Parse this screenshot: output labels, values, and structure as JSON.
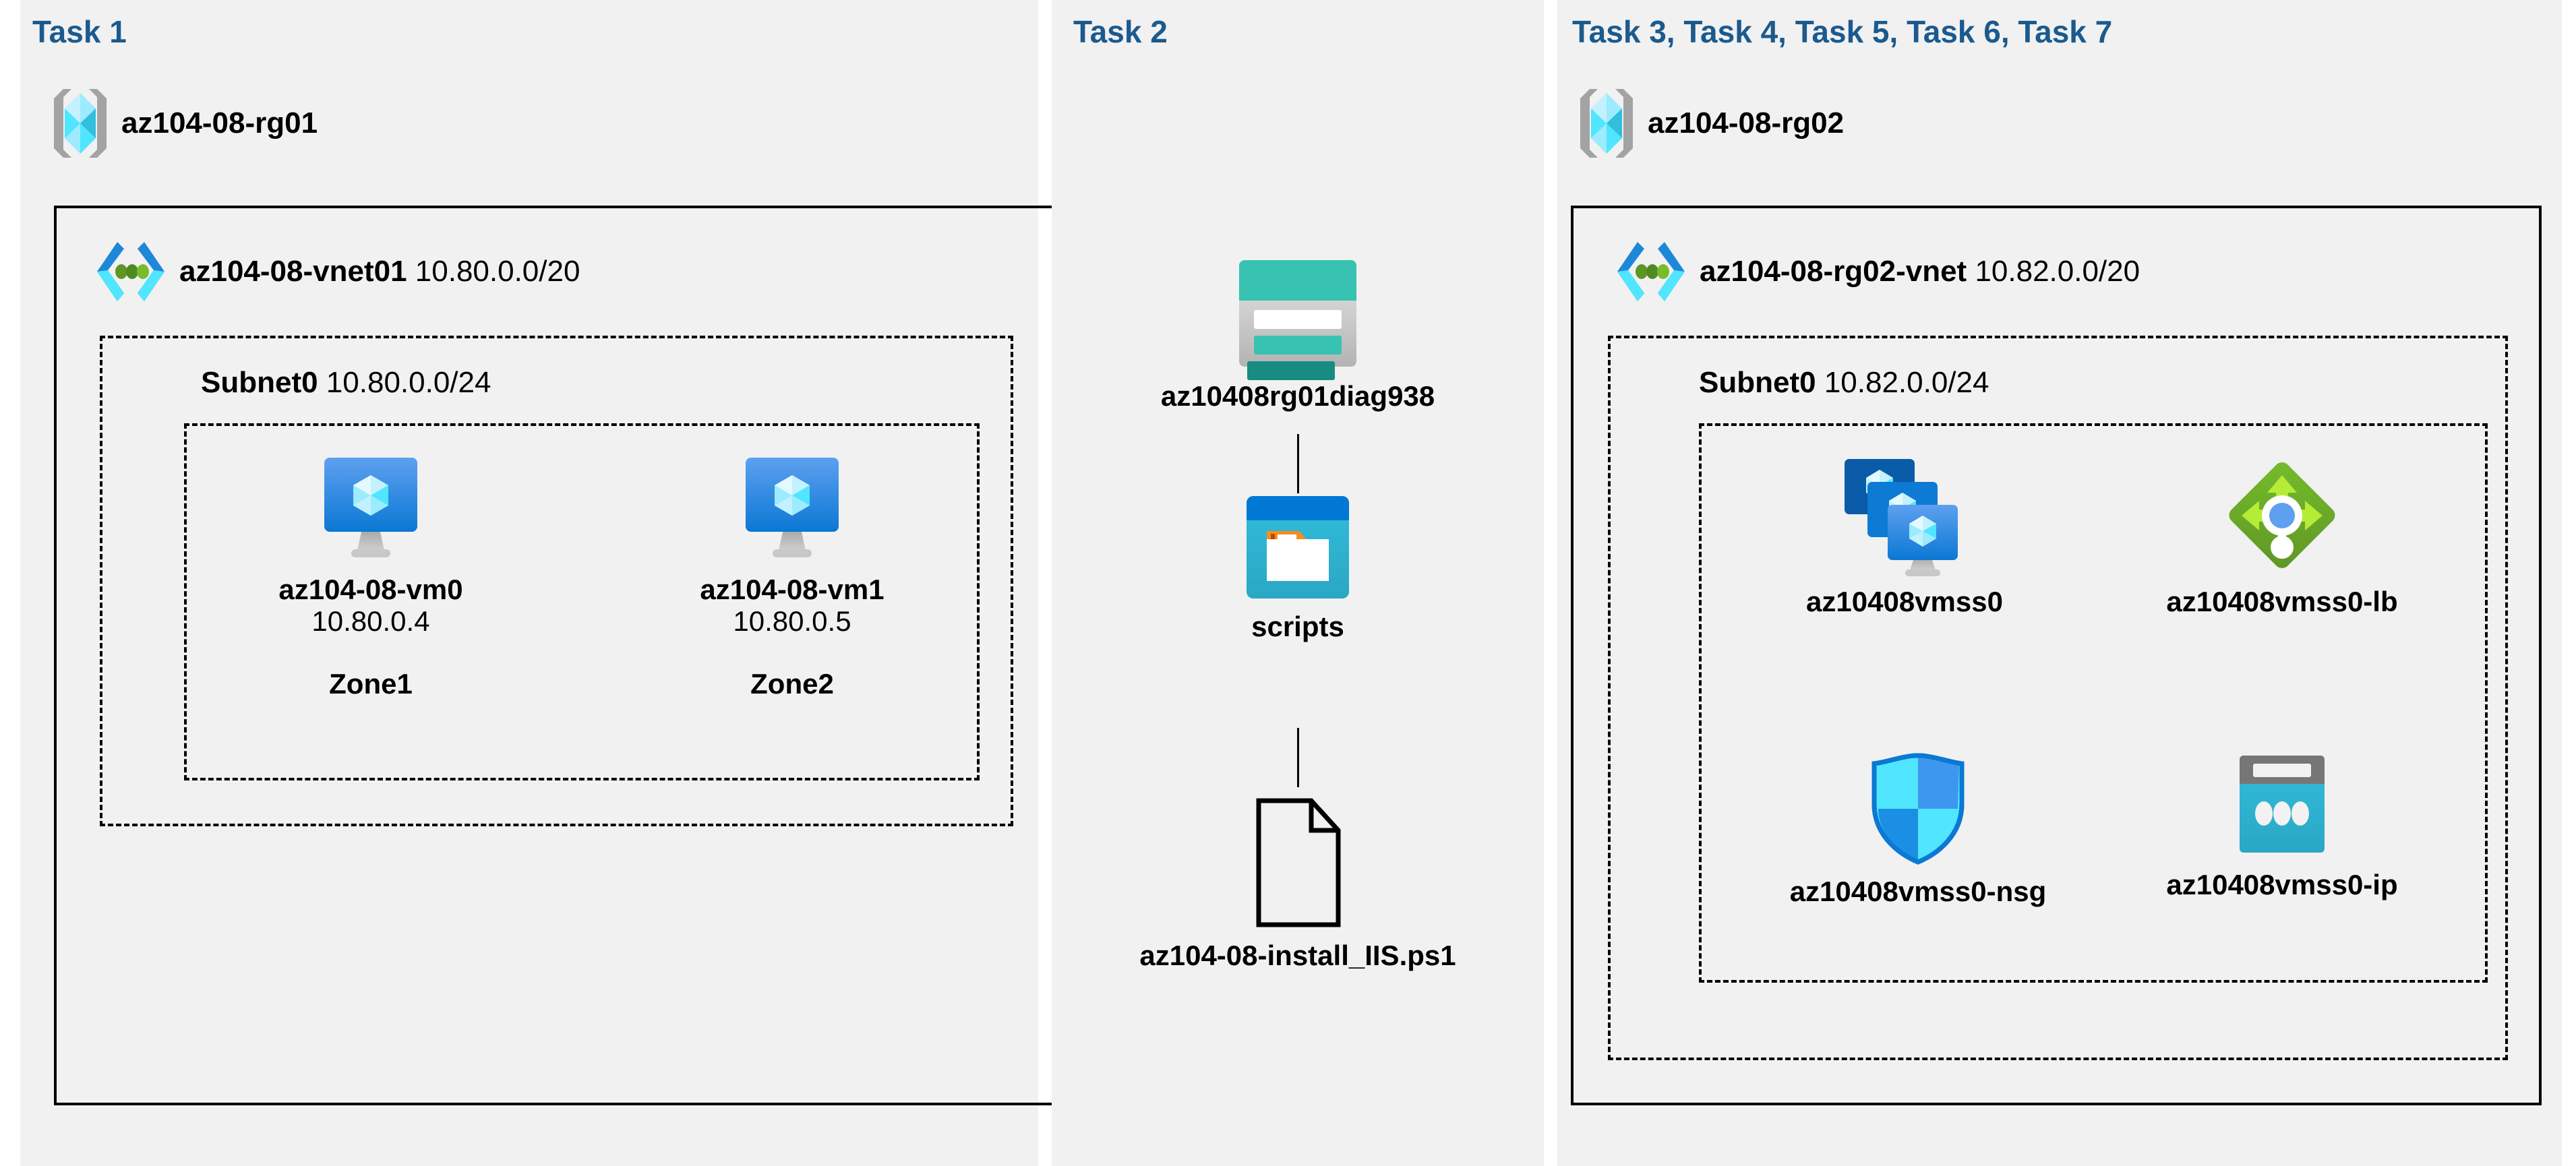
{
  "columns": [
    {
      "task_title": "Task 1"
    },
    {
      "task_title": "Task 2"
    },
    {
      "task_title": "Task 3, Task 4, Task 5, Task 6, Task 7"
    }
  ],
  "colors": {
    "task_title": "#1b5a8e",
    "panel_background": "#f1f1f1",
    "page_background": "#ffffff",
    "border": "#000000",
    "resource_group_cube": "#50e6ff",
    "resource_group_bracket": "#a0a0a0",
    "vnet_chevron_dark": "#1e88d8",
    "vnet_chevron_light": "#50e6ff",
    "vnet_dots": "#5e9624",
    "vm_monitor": "#1b8fe3",
    "storage_account_teal": "#37c2b1",
    "blob_container_blue": "#0078d4",
    "blob_container_cyan": "#32bedd",
    "blob_folder_tab": "#f78d1e",
    "load_balancer_green": "#5e9624",
    "load_balancer_arrow": "#b4ec36",
    "load_balancer_dot": "#5ea0ef",
    "nsg_shield_light": "#50e6ff",
    "nsg_shield_dark": "#1b8fe3",
    "public_ip_gray": "#767676",
    "public_ip_cyan": "#32bedd"
  },
  "task1": {
    "resource_group": {
      "name": "az104-08-rg01",
      "icon": "resource-group-icon"
    },
    "vnet": {
      "name": "az104-08-vnet01",
      "cidr": "10.80.0.0/20",
      "icon": "virtual-network-icon"
    },
    "subnet": {
      "name": "Subnet0",
      "cidr": "10.80.0.0/24"
    },
    "vms": [
      {
        "name": "az104-08-vm0",
        "ip": "10.80.0.4",
        "zone": "Zone1",
        "icon": "virtual-machine-icon"
      },
      {
        "name": "az104-08-vm1",
        "ip": "10.80.0.5",
        "zone": "Zone2",
        "icon": "virtual-machine-icon"
      }
    ]
  },
  "task2": {
    "storage_account": {
      "name": "az10408rg01diag938",
      "icon": "storage-account-icon"
    },
    "container": {
      "name": "scripts",
      "icon": "blob-container-icon"
    },
    "file": {
      "name": "az104-08-install_IIS.ps1",
      "icon": "document-file-icon"
    }
  },
  "task3": {
    "resource_group": {
      "name": "az104-08-rg02",
      "icon": "resource-group-icon"
    },
    "vnet": {
      "name": "az104-08-rg02-vnet",
      "cidr": "10.82.0.0/20",
      "icon": "virtual-network-icon"
    },
    "subnet": {
      "name": "Subnet0",
      "cidr": "10.82.0.0/24"
    },
    "resources": [
      {
        "name": "az10408vmss0",
        "icon": "vm-scale-set-icon"
      },
      {
        "name": "az10408vmss0-lb",
        "icon": "load-balancer-icon"
      },
      {
        "name": "az10408vmss0-nsg",
        "icon": "network-security-group-icon"
      },
      {
        "name": "az10408vmss0-ip",
        "icon": "public-ip-address-icon"
      }
    ]
  }
}
